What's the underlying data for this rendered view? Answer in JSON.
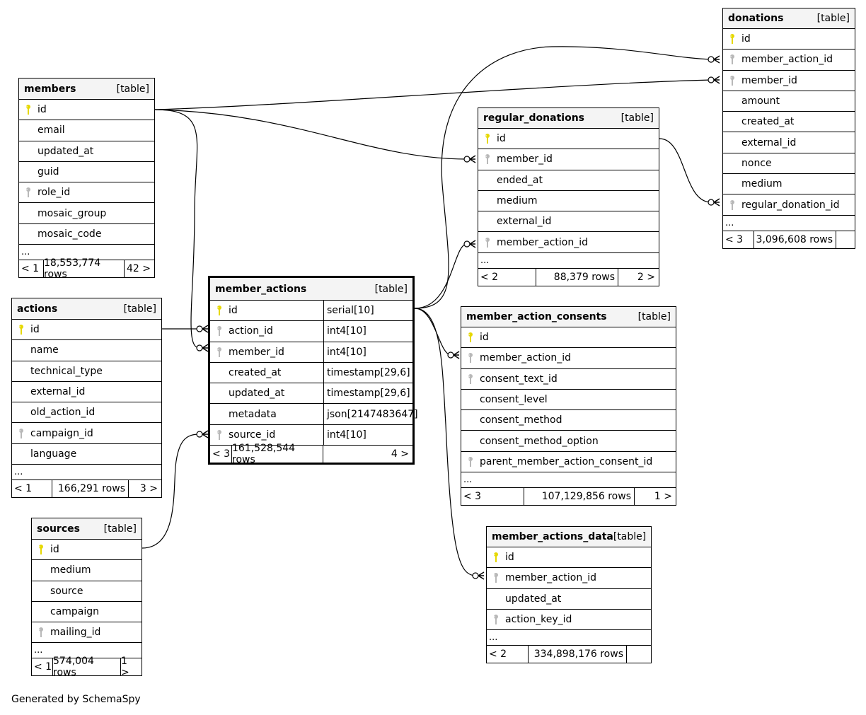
{
  "footer": "Generated by SchemaSpy",
  "tables": {
    "members": {
      "name": "members",
      "type": "[table]",
      "columns": [
        {
          "name": "id",
          "key": "pk"
        },
        {
          "name": "email",
          "key": ""
        },
        {
          "name": "updated_at",
          "key": ""
        },
        {
          "name": "guid",
          "key": ""
        },
        {
          "name": "role_id",
          "key": "fk"
        },
        {
          "name": "mosaic_group",
          "key": ""
        },
        {
          "name": "mosaic_code",
          "key": ""
        }
      ],
      "more": "...",
      "parents": "< 1",
      "rows": "18,553,774 rows",
      "children": "42 >"
    },
    "actions": {
      "name": "actions",
      "type": "[table]",
      "columns": [
        {
          "name": "id",
          "key": "pk"
        },
        {
          "name": "name",
          "key": ""
        },
        {
          "name": "technical_type",
          "key": ""
        },
        {
          "name": "external_id",
          "key": ""
        },
        {
          "name": "old_action_id",
          "key": ""
        },
        {
          "name": "campaign_id",
          "key": "fk"
        },
        {
          "name": "language",
          "key": ""
        }
      ],
      "more": "...",
      "parents": "< 1",
      "rows": "166,291 rows",
      "children": "3 >"
    },
    "sources": {
      "name": "sources",
      "type": "[table]",
      "columns": [
        {
          "name": "id",
          "key": "pk"
        },
        {
          "name": "medium",
          "key": ""
        },
        {
          "name": "source",
          "key": ""
        },
        {
          "name": "campaign",
          "key": ""
        },
        {
          "name": "mailing_id",
          "key": "fk"
        }
      ],
      "more": "...",
      "parents": "< 1",
      "rows": "574,004 rows",
      "children": "1 >"
    },
    "member_actions": {
      "name": "member_actions",
      "type": "[table]",
      "columns": [
        {
          "name": "id",
          "key": "pk",
          "dtype": "serial[10]"
        },
        {
          "name": "action_id",
          "key": "fk",
          "dtype": "int4[10]"
        },
        {
          "name": "member_id",
          "key": "fk",
          "dtype": "int4[10]"
        },
        {
          "name": "created_at",
          "key": "",
          "dtype": "timestamp[29,6]"
        },
        {
          "name": "updated_at",
          "key": "",
          "dtype": "timestamp[29,6]"
        },
        {
          "name": "metadata",
          "key": "",
          "dtype": "json[2147483647]"
        },
        {
          "name": "source_id",
          "key": "fk",
          "dtype": "int4[10]"
        }
      ],
      "parents": "< 3",
      "rows": "161,528,544 rows",
      "children": "4 >"
    },
    "regular_donations": {
      "name": "regular_donations",
      "type": "[table]",
      "columns": [
        {
          "name": "id",
          "key": "pk"
        },
        {
          "name": "member_id",
          "key": "fk"
        },
        {
          "name": "ended_at",
          "key": ""
        },
        {
          "name": "medium",
          "key": ""
        },
        {
          "name": "external_id",
          "key": ""
        },
        {
          "name": "member_action_id",
          "key": "fk"
        }
      ],
      "more": "...",
      "parents": "< 2",
      "rows": "88,379 rows",
      "children": "2 >"
    },
    "donations": {
      "name": "donations",
      "type": "[table]",
      "columns": [
        {
          "name": "id",
          "key": "pk"
        },
        {
          "name": "member_action_id",
          "key": "fk"
        },
        {
          "name": "member_id",
          "key": "fk"
        },
        {
          "name": "amount",
          "key": ""
        },
        {
          "name": "created_at",
          "key": ""
        },
        {
          "name": "external_id",
          "key": ""
        },
        {
          "name": "nonce",
          "key": ""
        },
        {
          "name": "medium",
          "key": ""
        },
        {
          "name": "regular_donation_id",
          "key": "fk"
        }
      ],
      "more": "...",
      "parents": "< 3",
      "rows": "3,096,608 rows",
      "children": ""
    },
    "member_action_consents": {
      "name": "member_action_consents",
      "type": "[table]",
      "columns": [
        {
          "name": "id",
          "key": "pk"
        },
        {
          "name": "member_action_id",
          "key": "fk"
        },
        {
          "name": "consent_text_id",
          "key": "fk"
        },
        {
          "name": "consent_level",
          "key": ""
        },
        {
          "name": "consent_method",
          "key": ""
        },
        {
          "name": "consent_method_option",
          "key": ""
        },
        {
          "name": "parent_member_action_consent_id",
          "key": "fk"
        }
      ],
      "more": "...",
      "parents": "< 3",
      "rows": "107,129,856 rows",
      "children": "1 >"
    },
    "member_actions_data": {
      "name": "member_actions_data",
      "type": "[table]",
      "columns": [
        {
          "name": "id",
          "key": "pk"
        },
        {
          "name": "member_action_id",
          "key": "fk"
        },
        {
          "name": "updated_at",
          "key": ""
        },
        {
          "name": "action_key_id",
          "key": "fk"
        }
      ],
      "more": "...",
      "parents": "< 2",
      "rows": "334,898,176 rows",
      "children": ""
    }
  },
  "relationships": [
    {
      "from": "members.id",
      "to": "member_actions.member_id"
    },
    {
      "from": "actions.id",
      "to": "member_actions.action_id"
    },
    {
      "from": "sources.id",
      "to": "member_actions.source_id"
    },
    {
      "from": "members.id",
      "to": "donations.member_id"
    },
    {
      "from": "members.id",
      "to": "regular_donations.member_id"
    },
    {
      "from": "member_actions.id",
      "to": "donations.member_action_id"
    },
    {
      "from": "member_actions.id",
      "to": "regular_donations.member_action_id"
    },
    {
      "from": "member_actions.id",
      "to": "member_action_consents.member_action_id"
    },
    {
      "from": "member_actions.id",
      "to": "member_actions_data.member_action_id"
    },
    {
      "from": "regular_donations.id",
      "to": "donations.regular_donation_id"
    }
  ],
  "colors": {
    "pk_key": "#e6d800",
    "fk_key": "#b8b8b8",
    "header_bg": "#f4f4f4",
    "line": "#000000"
  }
}
